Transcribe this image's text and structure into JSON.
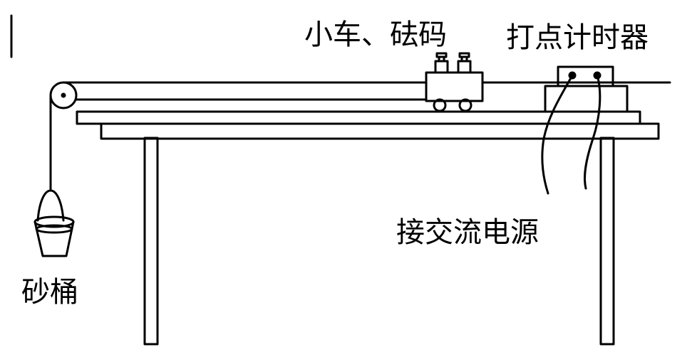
{
  "labels": {
    "cart_weights": "小车、砝码",
    "timer": "打点计时器",
    "power_supply": "接交流电源",
    "sand_bucket": "砂桶"
  },
  "colors": {
    "line": "#000000",
    "background": "#ffffff"
  }
}
